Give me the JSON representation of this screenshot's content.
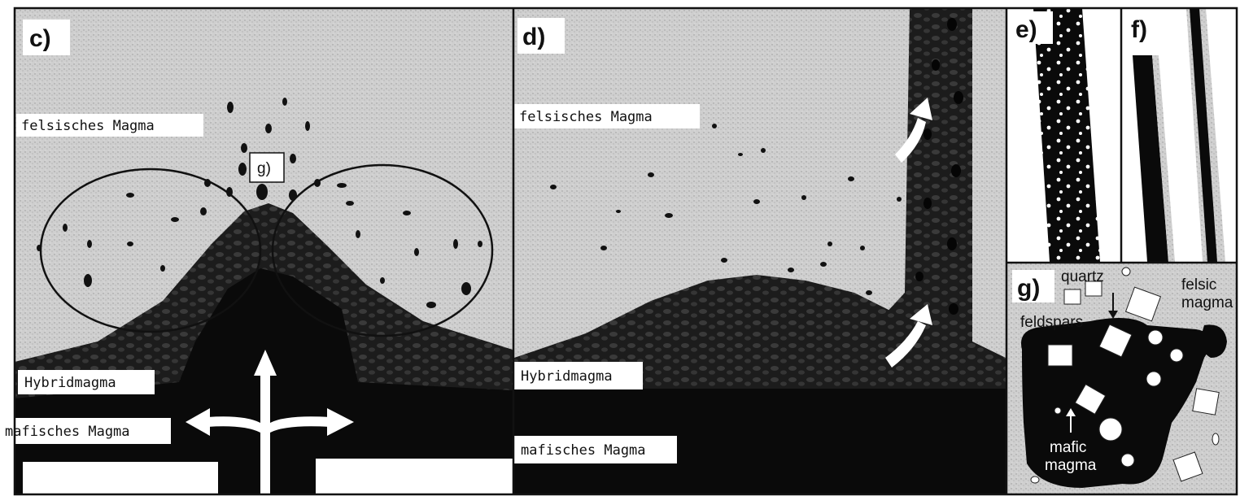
{
  "panels": {
    "c": {
      "label": "c)",
      "felsic_label": "felsisches Magma",
      "hybrid_label": "Hybridmagma",
      "mafic_label": "mafisches Magma",
      "callout": "g)"
    },
    "d": {
      "label": "d)",
      "felsic_label": "felsisches Magma",
      "hybrid_label": "Hybridmagma",
      "mafic_label": "mafisches Magma"
    },
    "e": {
      "label": "e)"
    },
    "f": {
      "label": "f)"
    },
    "g": {
      "label": "g)",
      "quartz": "quartz",
      "felsic_1": "felsic",
      "felsic_2": "magma",
      "feldspars": "feldspars",
      "mafic_1": "mafic",
      "mafic_2": "magma"
    }
  },
  "colors": {
    "felsic_gray": "#cfcfcf",
    "hybrid_dark": "#2a2a2a",
    "mafic_black": "#0a0a0a",
    "white": "#ffffff"
  }
}
